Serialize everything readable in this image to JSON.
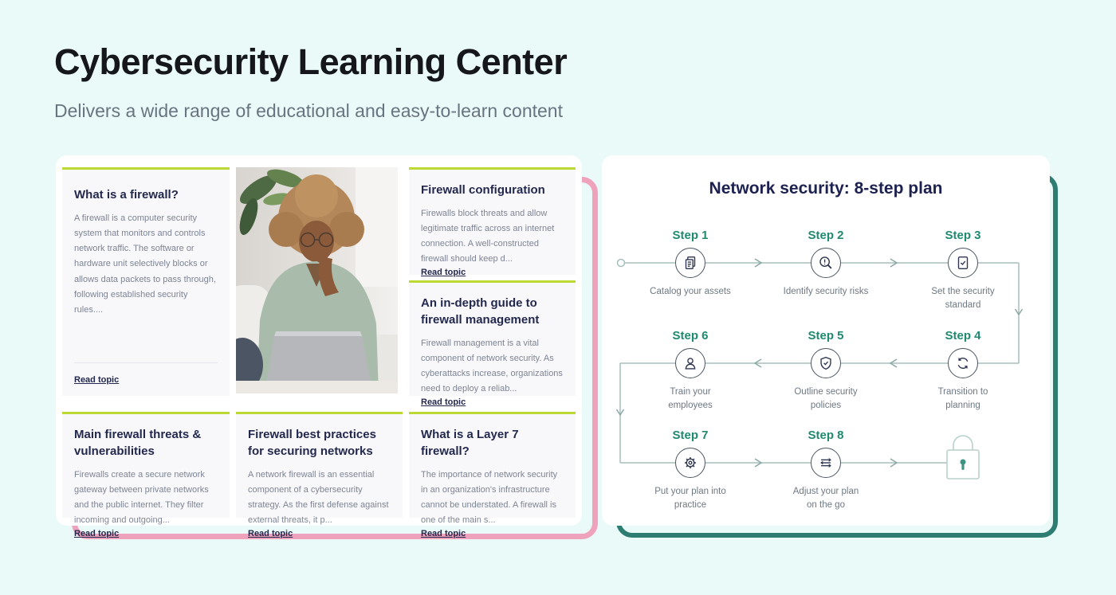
{
  "page": {
    "title": "Cybersecurity Learning Center",
    "subtitle": "Delivers a wide range of educational and easy-to-learn content"
  },
  "learning_panel": {
    "read_topic_label": "Read topic",
    "cards": [
      {
        "title": "What is a firewall?",
        "body": "A firewall is a computer security system that monitors and controls network traffic. The software or hardware unit selectively blocks or allows data packets to pass through, following established security rules...."
      },
      {
        "title": "Firewall configuration",
        "body": "Firewalls block threats and allow legitimate traffic across an internet connection. A well-constructed firewall should keep d..."
      },
      {
        "title": "An in-depth guide to firewall management",
        "body": "Firewall management is a vital component of network security. As cyberattacks increase, organizations need to deploy a reliab..."
      },
      {
        "title": "Main firewall threats & vulnerabilities",
        "body": "Firewalls create a secure network gateway between private networks and the public internet. They filter incoming and outgoing..."
      },
      {
        "title": "Firewall best practices for securing networks",
        "body": "A network firewall is an essential component of a cybersecurity strategy. As the first defense against external threats, it p..."
      },
      {
        "title": "What is a Layer 7 firewall?",
        "body": "The importance of network security in an organization's infrastructure cannot be understated. A firewall is one of the main s..."
      }
    ]
  },
  "plan_panel": {
    "title": "Network security: 8-step plan",
    "steps": [
      {
        "label": "Step 1",
        "caption": "Catalog your assets",
        "icon": "documents-icon"
      },
      {
        "label": "Step 2",
        "caption": "Identify security risks",
        "icon": "search-alert-icon"
      },
      {
        "label": "Step 3",
        "caption": "Set the security\nstandard",
        "icon": "checklist-icon"
      },
      {
        "label": "Step 4",
        "caption": "Transition to\nplanning",
        "icon": "refresh-icon"
      },
      {
        "label": "Step 5",
        "caption": "Outline security\npolicies",
        "icon": "shield-check-icon"
      },
      {
        "label": "Step 6",
        "caption": "Train your\nemployees",
        "icon": "person-icon"
      },
      {
        "label": "Step 7",
        "caption": "Put your plan into\npractice",
        "icon": "gear-icon"
      },
      {
        "label": "Step 8",
        "caption": "Adjust your plan\non the go",
        "icon": "sliders-icon"
      }
    ]
  },
  "colors": {
    "background": "#eafaf9",
    "card_accent_lime": "#bcd832",
    "outline_pink": "#efa2bb",
    "outline_teal": "#2e7d72",
    "step_label_teal": "#1f8a6f",
    "title_navy": "#1c2150"
  }
}
